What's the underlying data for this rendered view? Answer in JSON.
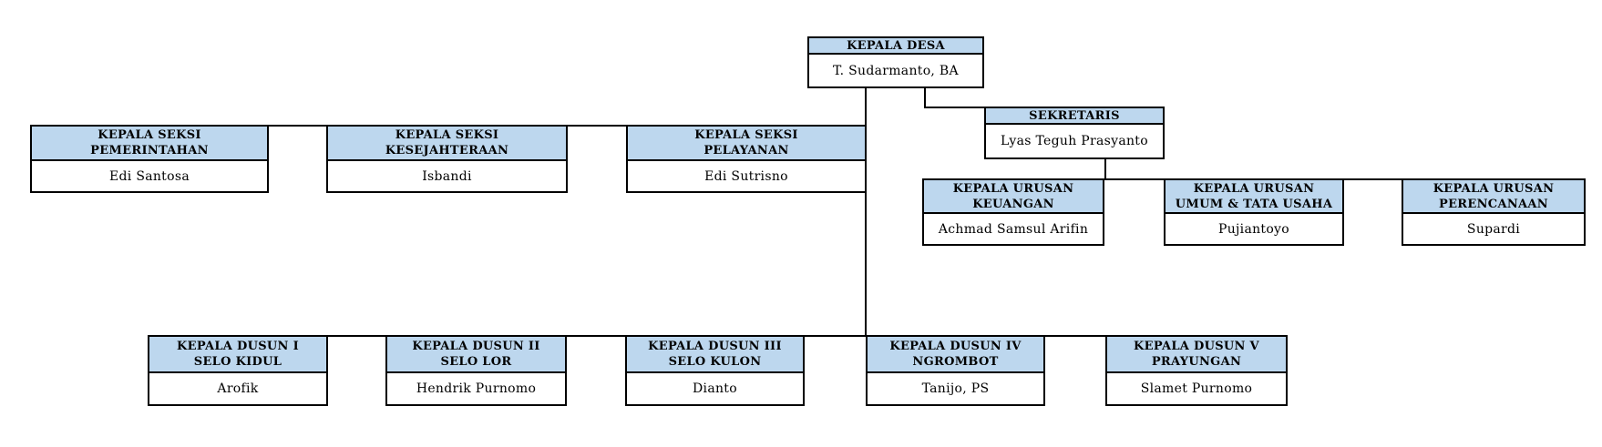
{
  "colors": {
    "header_fill": "#BDD7EE",
    "border": "#000000",
    "background": "#FFFFFF"
  },
  "org_chart": {
    "kepala_desa": {
      "title1": "KEPALA DESA",
      "name": "T. Sudarmanto, BA"
    },
    "sekretaris": {
      "title1": "SEKRETARIS",
      "name": "Lyas Teguh Prasyanto"
    },
    "seksi": [
      {
        "title1": "KEPALA SEKSI",
        "title2": "PEMERINTAHAN",
        "name": "Edi Santosa"
      },
      {
        "title1": "KEPALA SEKSI",
        "title2": "KESEJAHTERAAN",
        "name": "Isbandi"
      },
      {
        "title1": "KEPALA SEKSI",
        "title2": "PELAYANAN",
        "name": "Edi Sutrisno"
      }
    ],
    "urusan": [
      {
        "title1": "KEPALA URUSAN",
        "title2": "KEUANGAN",
        "name": "Achmad Samsul Arifin"
      },
      {
        "title1": "KEPALA URUSAN",
        "title2": "UMUM & TATA USAHA",
        "name": "Pujiantoyo"
      },
      {
        "title1": "KEPALA URUSAN",
        "title2": "PERENCANAAN",
        "name": "Supardi"
      }
    ],
    "dusun": [
      {
        "title1": "KEPALA DUSUN I",
        "title2": "SELO KIDUL",
        "name": "Arofik"
      },
      {
        "title1": "KEPALA DUSUN II",
        "title2": "SELO LOR",
        "name": "Hendrik Purnomo"
      },
      {
        "title1": "KEPALA DUSUN III",
        "title2": "SELO KULON",
        "name": "Dianto"
      },
      {
        "title1": "KEPALA DUSUN IV",
        "title2": "NGROMBOT",
        "name": "Tanijo, PS"
      },
      {
        "title1": "KEPALA DUSUN V",
        "title2": "PRAYUNGAN",
        "name": "Slamet Purnomo"
      }
    ]
  }
}
